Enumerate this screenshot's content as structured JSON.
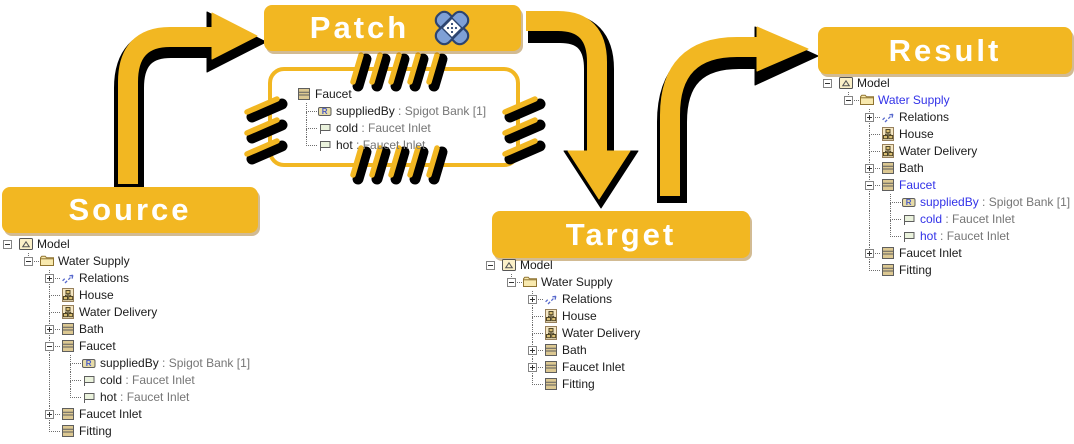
{
  "banners": {
    "source": {
      "label": "Source"
    },
    "patch": {
      "label": "Patch"
    },
    "target": {
      "label": "Target"
    },
    "result": {
      "label": "Result"
    }
  },
  "colors": {
    "gold": "#F2B722",
    "blue_item": "#3232E8",
    "name_text": "#1B1B1B",
    "type_text": "#767676",
    "bandaid_blue": "#7FA0D6",
    "bandaid_outline": "#2C4470"
  },
  "trees": {
    "source": {
      "rows": [
        {
          "d": 0,
          "x": "minus",
          "i": "model",
          "t": "Model",
          "s": null,
          "b": false
        },
        {
          "d": 1,
          "x": "minus",
          "i": "folder",
          "t": "Water Supply",
          "s": null,
          "b": false
        },
        {
          "d": 2,
          "x": "plus",
          "i": "relations",
          "t": "Relations",
          "s": null,
          "b": false
        },
        {
          "d": 2,
          "x": null,
          "i": "diagram",
          "t": "House",
          "s": null,
          "b": false
        },
        {
          "d": 2,
          "x": null,
          "i": "diagram",
          "t": "Water Delivery",
          "s": null,
          "b": false
        },
        {
          "d": 2,
          "x": "plus",
          "i": "class",
          "t": "Bath",
          "s": null,
          "b": false
        },
        {
          "d": 2,
          "x": "minus",
          "i": "class",
          "t": "Faucet",
          "s": null,
          "b": false
        },
        {
          "d": 3,
          "x": null,
          "i": "ref",
          "t": "suppliedBy",
          "s": " : Spigot Bank [1]",
          "b": false
        },
        {
          "d": 3,
          "x": null,
          "i": "port",
          "t": "cold",
          "s": " : Faucet Inlet",
          "b": false
        },
        {
          "d": 3,
          "x": null,
          "i": "port",
          "t": "hot",
          "s": " : Faucet Inlet",
          "b": false
        },
        {
          "d": 2,
          "x": "plus",
          "i": "class",
          "t": "Faucet Inlet",
          "s": null,
          "b": false
        },
        {
          "d": 2,
          "x": null,
          "i": "class",
          "t": "Fitting",
          "s": null,
          "b": false
        }
      ]
    },
    "patch_box": {
      "rows": [
        {
          "d": 0,
          "x": null,
          "i": "class",
          "t": "Faucet",
          "s": null,
          "b": false
        },
        {
          "d": 1,
          "x": null,
          "i": "ref",
          "t": "suppliedBy",
          "s": " : Spigot Bank [1]",
          "b": false
        },
        {
          "d": 1,
          "x": null,
          "i": "port",
          "t": "cold",
          "s": " : Faucet Inlet",
          "b": false
        },
        {
          "d": 1,
          "x": null,
          "i": "port",
          "t": "hot",
          "s": " : Faucet Inlet",
          "b": false
        }
      ]
    },
    "target": {
      "rows": [
        {
          "d": 0,
          "x": "minus",
          "i": "model",
          "t": "Model",
          "s": null,
          "b": false
        },
        {
          "d": 1,
          "x": "minus",
          "i": "folder",
          "t": "Water Supply",
          "s": null,
          "b": false
        },
        {
          "d": 2,
          "x": "plus",
          "i": "relations",
          "t": "Relations",
          "s": null,
          "b": false
        },
        {
          "d": 2,
          "x": null,
          "i": "diagram",
          "t": "House",
          "s": null,
          "b": false
        },
        {
          "d": 2,
          "x": null,
          "i": "diagram",
          "t": "Water Delivery",
          "s": null,
          "b": false
        },
        {
          "d": 2,
          "x": "plus",
          "i": "class",
          "t": "Bath",
          "s": null,
          "b": false
        },
        {
          "d": 2,
          "x": "plus",
          "i": "class",
          "t": "Faucet Inlet",
          "s": null,
          "b": false
        },
        {
          "d": 2,
          "x": null,
          "i": "class",
          "t": "Fitting",
          "s": null,
          "b": false
        }
      ]
    },
    "result": {
      "rows": [
        {
          "d": 0,
          "x": "minus",
          "i": "model",
          "t": "Model",
          "s": null,
          "b": false
        },
        {
          "d": 1,
          "x": "minus",
          "i": "folder",
          "t": "Water Supply",
          "s": null,
          "b": true
        },
        {
          "d": 2,
          "x": "plus",
          "i": "relations",
          "t": "Relations",
          "s": null,
          "b": false
        },
        {
          "d": 2,
          "x": null,
          "i": "diagram",
          "t": "House",
          "s": null,
          "b": false
        },
        {
          "d": 2,
          "x": null,
          "i": "diagram",
          "t": "Water Delivery",
          "s": null,
          "b": false
        },
        {
          "d": 2,
          "x": "plus",
          "i": "class",
          "t": "Bath",
          "s": null,
          "b": false
        },
        {
          "d": 2,
          "x": "minus",
          "i": "class",
          "t": "Faucet",
          "s": null,
          "b": true
        },
        {
          "d": 3,
          "x": null,
          "i": "ref",
          "t": "suppliedBy",
          "s": " : Spigot Bank [1]",
          "b": true
        },
        {
          "d": 3,
          "x": null,
          "i": "port",
          "t": "cold",
          "s": " : Faucet Inlet",
          "b": true
        },
        {
          "d": 3,
          "x": null,
          "i": "port",
          "t": "hot",
          "s": " : Faucet Inlet",
          "b": true
        },
        {
          "d": 2,
          "x": "plus",
          "i": "class",
          "t": "Faucet Inlet",
          "s": null,
          "b": false
        },
        {
          "d": 2,
          "x": null,
          "i": "class",
          "t": "Fitting",
          "s": null,
          "b": false
        }
      ]
    }
  }
}
